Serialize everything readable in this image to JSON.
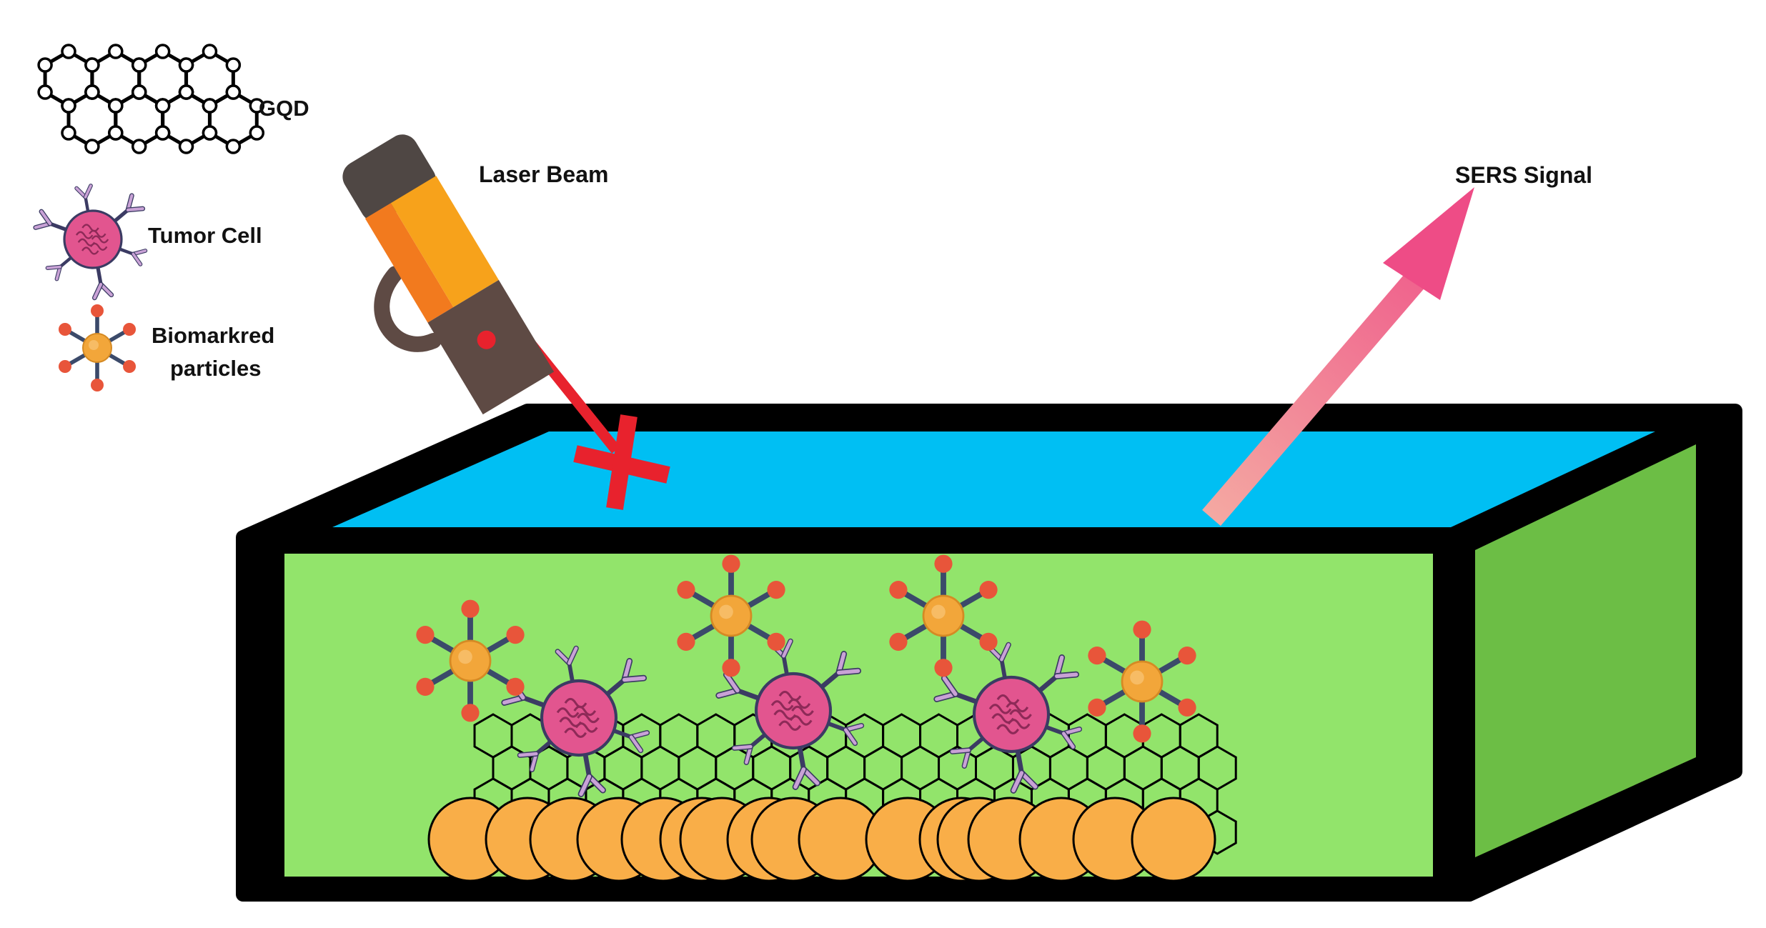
{
  "legend": {
    "gqd_label": "GQD",
    "tumor_label": "Tumor Cell",
    "biomarker_label_line1": "Biomarkred",
    "biomarker_label_line2": "particles"
  },
  "labels": {
    "laser": "Laser Beam",
    "sers": "SERS Signal"
  },
  "colors": {
    "box_outline": "#000000",
    "liquid_top": "#00BFF3",
    "box_front": "#92E46B",
    "box_side": "#6CBE45",
    "nanoparticle": "#F9AE48",
    "tumor_cell": "#E2558F",
    "antibody": "#C9A2D6",
    "biomarker_core": "#F2A63A",
    "biomarker_tip": "#E8553A",
    "laser_body": "#F7A21B",
    "laser_head": "#5E4A44",
    "laser_beam": "#E8222D",
    "sers_arrow": "#F06A8F"
  },
  "icons": [
    "graphene-lattice-icon",
    "tumor-cell-icon",
    "biomarker-particle-icon",
    "laser-device-icon",
    "sers-arrow-icon"
  ]
}
